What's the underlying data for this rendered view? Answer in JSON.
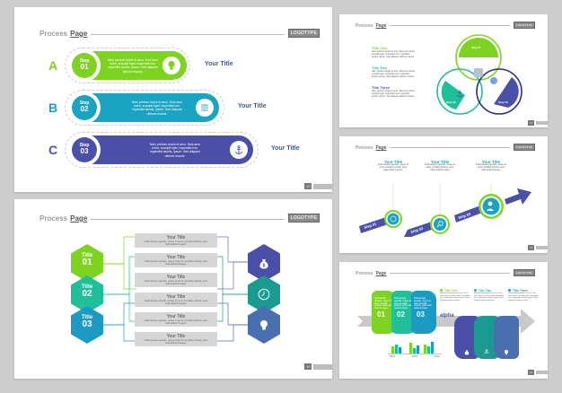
{
  "header": {
    "process": "Process",
    "page": "Page",
    "logotype": "LOGOTYPE",
    "page_number": "10"
  },
  "lorem_short": "Nam pretium turpis et arcu. Duis arcu tortor, suscipit eget, imperdiet nec, imperdiet iaculis, ipsum. Sed aliquam ultrices mauris.",
  "lorem_tiny": "Pellentesque egestas, neque sit amet convallis pulvinar, justo nulla eleifend augue.",
  "slide1": {
    "rows": [
      {
        "letter": "A",
        "step_label": "Step",
        "step_num": "01",
        "title": "Your Title",
        "icon": "lightbulb-icon",
        "color": "#7ed321"
      },
      {
        "letter": "B",
        "step_label": "Step",
        "step_num": "02",
        "title": "Your Title",
        "icon": "database-icon",
        "color": "#1ba3c2"
      },
      {
        "letter": "C",
        "step_label": "Step",
        "step_num": "03",
        "title": "Your Title",
        "icon": "anchor-icon",
        "color": "#4a4fa8"
      }
    ]
  },
  "slide2": {
    "hexes": [
      {
        "label": "Title",
        "num": "01",
        "color": "#7ed321"
      },
      {
        "label": "Title",
        "num": "02",
        "color": "#1fbf9a"
      },
      {
        "label": "Title",
        "num": "03",
        "color": "#1b9bc4"
      }
    ],
    "boxes": [
      "Your Title",
      "Your Title",
      "Your Title",
      "Your Title",
      "Your Title",
      "Your Title"
    ],
    "icons": [
      {
        "icon": "money-bag-icon",
        "color": "#4a4fa8"
      },
      {
        "icon": "clock-icon",
        "color": "#1b9a8f"
      },
      {
        "icon": "lightbulb-icon",
        "color": "#4a6fb0"
      }
    ]
  },
  "slide3": {
    "titles": [
      {
        "label": "Title One",
        "color": "#7ed321"
      },
      {
        "label": "Title Two",
        "color": "#1fbf9a"
      },
      {
        "label": "Title Three",
        "color": "#4a4fa8"
      }
    ],
    "segments": [
      "Step 01",
      "Step 02",
      "Step 03"
    ]
  },
  "slide4": {
    "steps": [
      {
        "title": "Your Title",
        "label": "Step 01",
        "icon": "clock-icon"
      },
      {
        "title": "Your Title",
        "label": "Step 02",
        "icon": "search-icon"
      },
      {
        "title": "Your Title",
        "label": "Step 03",
        "icon": "user-icon"
      }
    ]
  },
  "slide5": {
    "tabs": [
      "01",
      "02",
      "03"
    ],
    "titles": [
      {
        "label": "Title One",
        "color": "#7ed321"
      },
      {
        "label": "Title Two",
        "color": "#1fbf9a"
      },
      {
        "label": "Title Three",
        "color": "#1b9bc4"
      }
    ],
    "brand": "alpha",
    "years": [
      "2014",
      "2015",
      "2016"
    ],
    "bottom_icons": [
      "money-bag-icon",
      "anchor-icon",
      "lightbulb-icon"
    ]
  }
}
